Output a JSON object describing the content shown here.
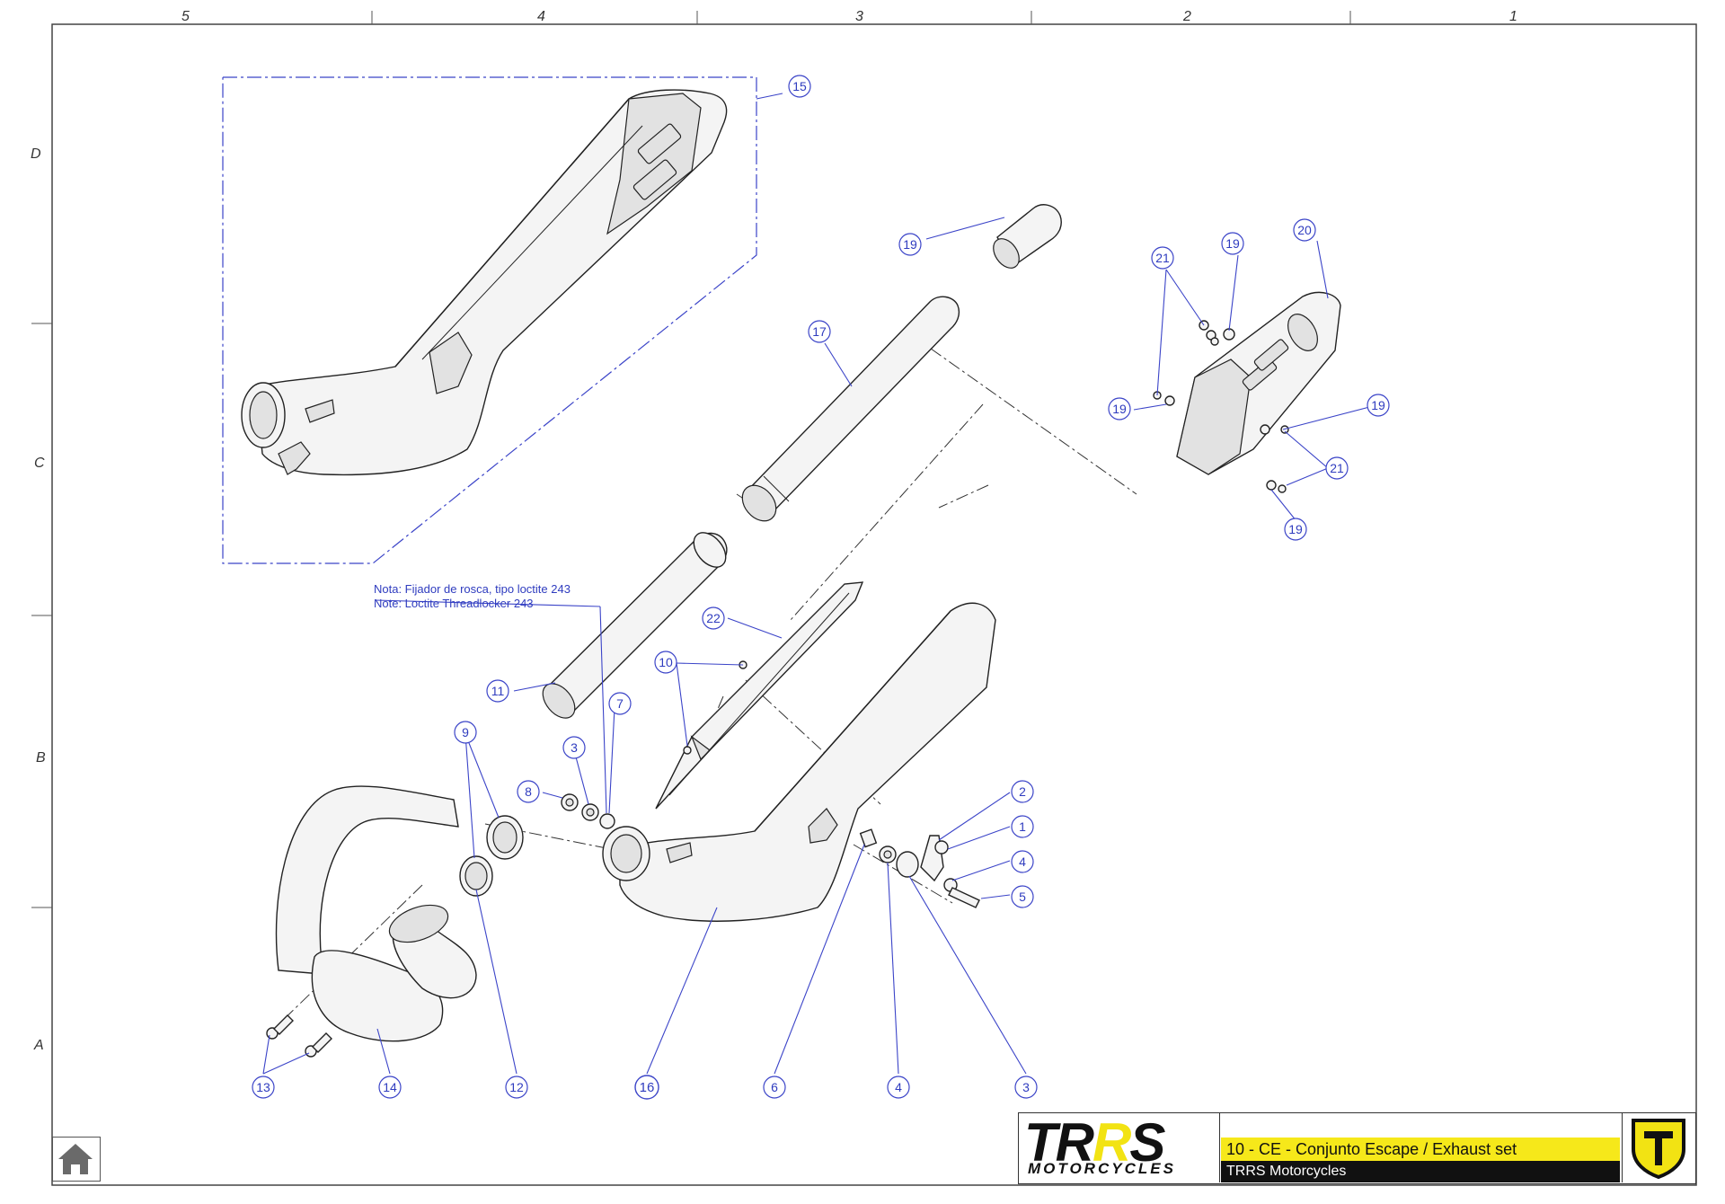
{
  "sheet": {
    "zones_columns": [
      "5",
      "4",
      "3",
      "2",
      "1"
    ],
    "zones_rows": [
      "D",
      "C",
      "B",
      "A"
    ]
  },
  "notes": {
    "line1": "Nota: Fijador de rosca, tipo loctite 243",
    "line2": "Note: Loctite Threadlocker 243"
  },
  "callouts": [
    "15",
    "19",
    "17",
    "21",
    "19",
    "20",
    "19",
    "19",
    "21",
    "19",
    "22",
    "10",
    "11",
    "7",
    "3",
    "9",
    "8",
    "2",
    "1",
    "4",
    "5",
    "13",
    "14",
    "12",
    "16",
    "6",
    "4",
    "3"
  ],
  "title_block": {
    "logo_text_a": "TR",
    "logo_text_b": "R",
    "logo_text_c": "S",
    "logo_sub": "MOTORCYCLES",
    "title": "10 - CE - Conjunto Escape / Exhaust set",
    "subtitle": "TRRS Motorcycles"
  },
  "icons": {
    "home": "home-icon",
    "emblem": "trrs-shield-icon"
  },
  "colors": {
    "callout_blue": "#2f3cbf",
    "title_yellow": "#f6e81a",
    "subtitle_black": "#111111"
  }
}
